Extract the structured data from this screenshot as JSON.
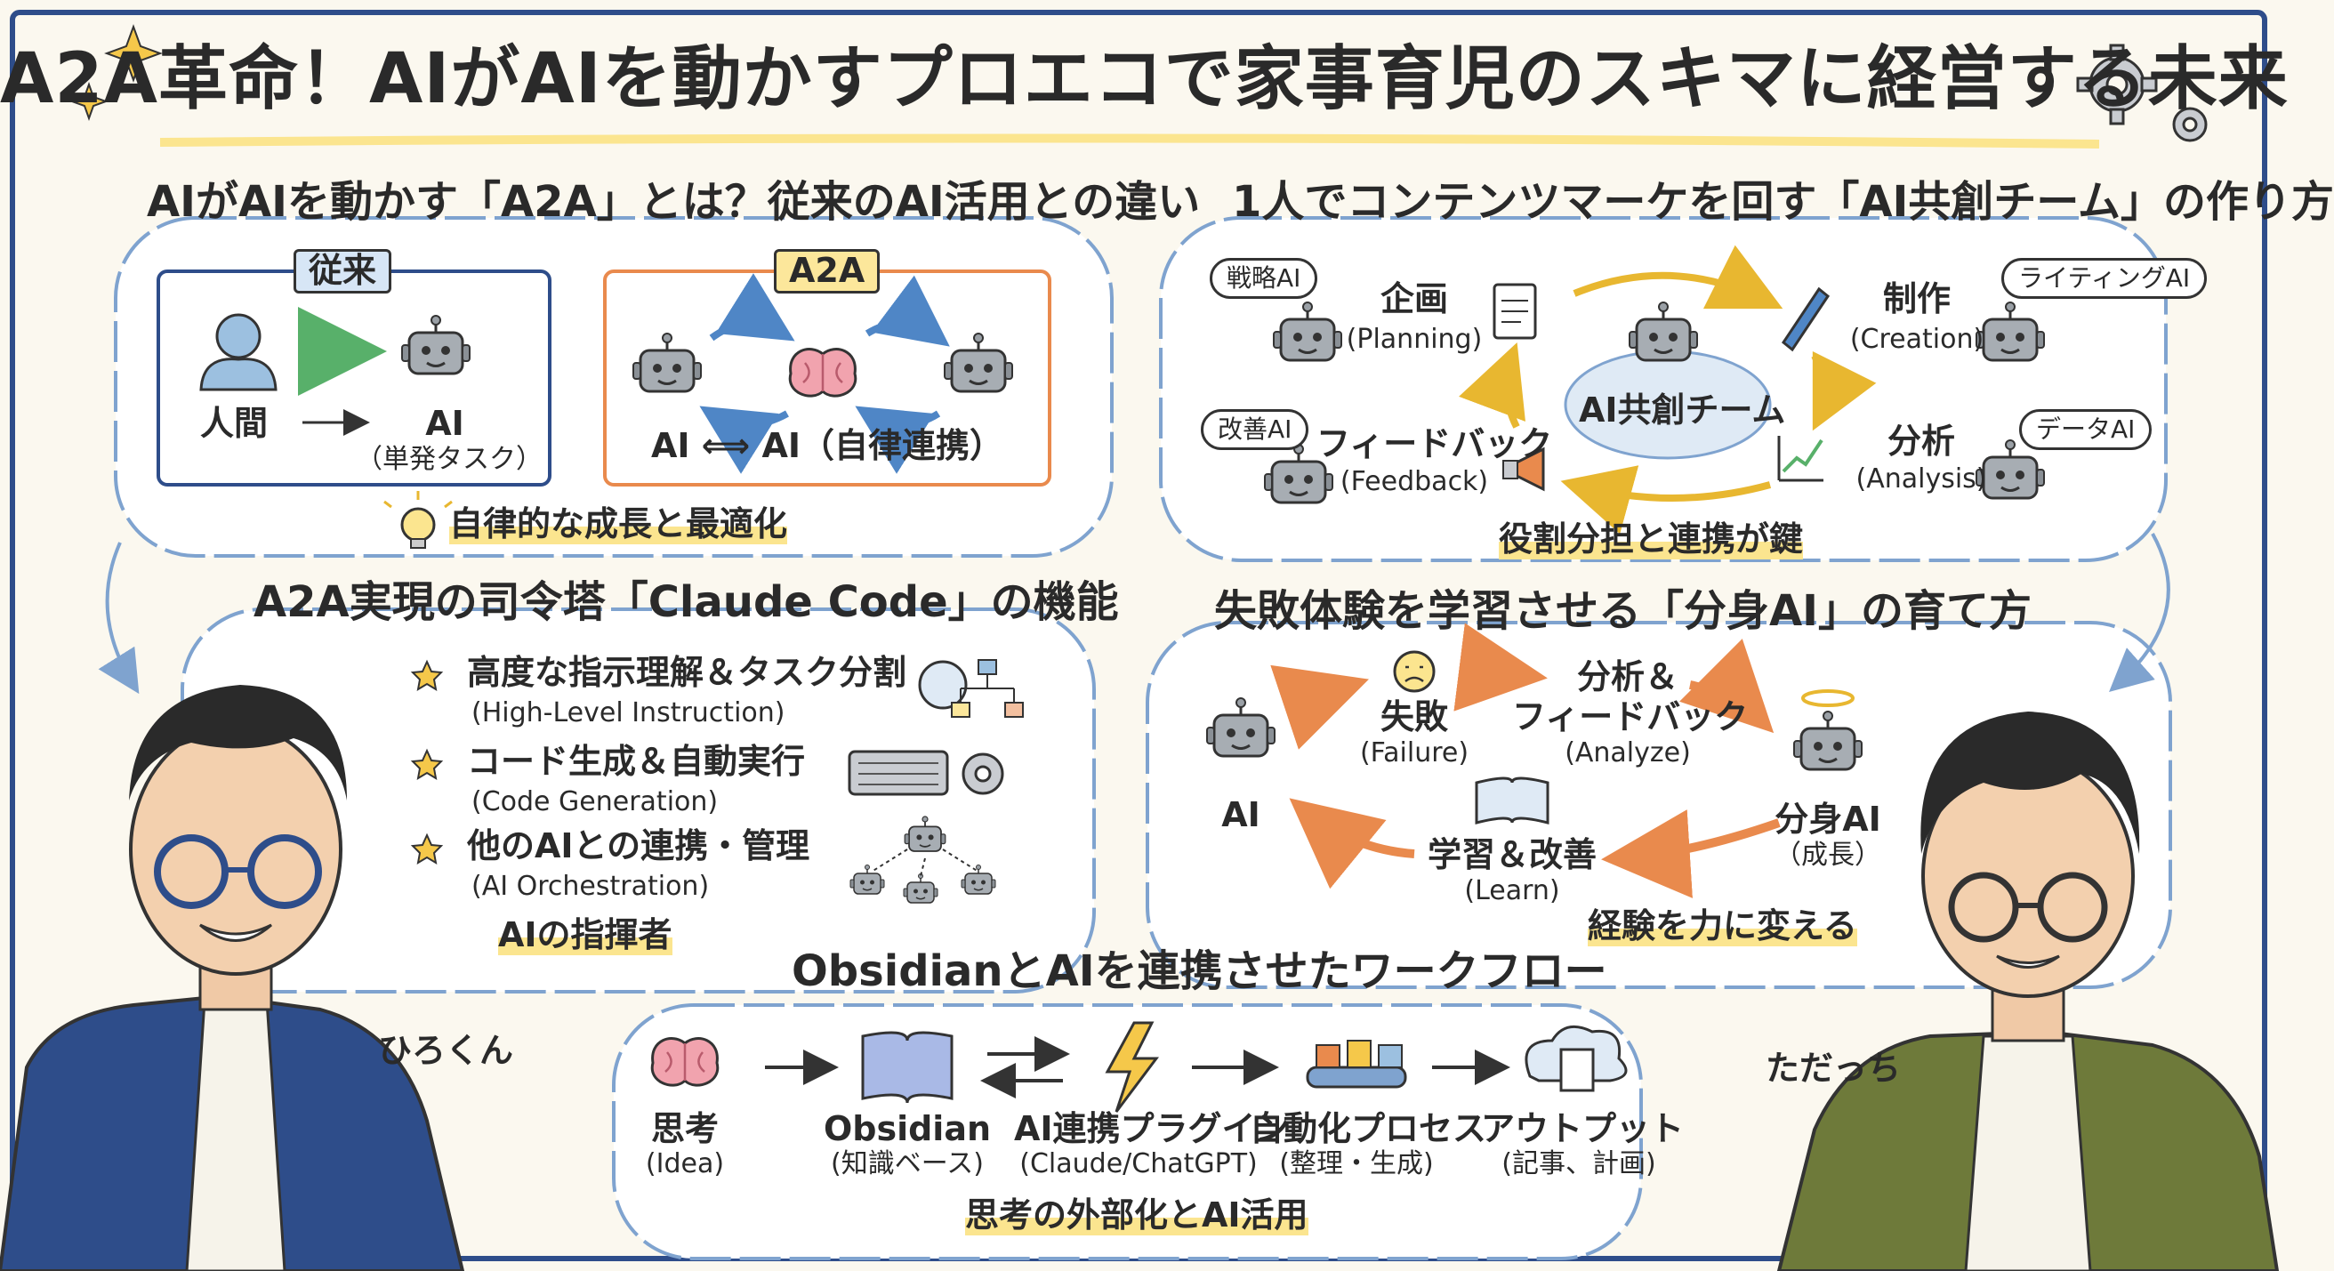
{
  "title": "A2A革命！AIがAIを動かすプロエコで家事育児のスキマに経営する未来",
  "sec1": {
    "heading": "AIがAIを動かす「A2A」とは？従来のAI活用との違い",
    "old_tag": "従来",
    "old_left": "人間",
    "old_right": "AI",
    "old_right_sub": "（単発タスク）",
    "new_tag": "A2A",
    "new_caption": "AI ⟺ AI（自律連携）",
    "footer": "自律的な成長と最適化"
  },
  "sec2": {
    "heading": "1人でコンテンツマーケを回す「AI共創チーム」の作り方",
    "center": "AI共創チーム",
    "bubble_strategy": "戦略AI",
    "bubble_writing": "ライティングAI",
    "bubble_improve": "改善AI",
    "bubble_data": "データAI",
    "plan": "企画",
    "plan_en": "(Planning)",
    "create": "制作",
    "create_en": "(Creation)",
    "analysis": "分析",
    "analysis_en": "(Analysis)",
    "feedback": "フィードバック",
    "feedback_en": "(Feedback)",
    "footer": "役割分担と連携が鍵"
  },
  "sec3": {
    "heading": "A2A実現の司令塔「Claude Code」の機能",
    "f1": "高度な指示理解＆タスク分割",
    "f1_en": "(High-Level Instruction)",
    "f2": "コード生成＆自動実行",
    "f2_en": "(Code Generation)",
    "f3": "他のAIとの連携・管理",
    "f3_en": "(AI Orchestration)",
    "footer": "AIの指揮者"
  },
  "sec4": {
    "heading": "失敗体験を学習させる「分身AI」の育て方",
    "ai": "AI",
    "fail": "失敗",
    "fail_en": "(Failure)",
    "analyze": "分析＆",
    "analyze2": "フィードバック",
    "analyze_en": "(Analyze)",
    "clone": "分身AI",
    "clone_sub": "（成長）",
    "learn": "学習＆改善",
    "learn_en": "(Learn)",
    "footer": "経験を力に変える"
  },
  "sec5": {
    "heading": "ObsidianとAIを連携させたワークフロー",
    "s1": "思考",
    "s1_sub": "(Idea)",
    "s2": "Obsidian",
    "s2_sub": "(知識ベース)",
    "s3": "AI連携プラグイン",
    "s3_sub": "(Claude/ChatGPT)",
    "s4": "自動化プロセス",
    "s4_sub": "(整理・生成)",
    "s5": "アウトプット",
    "s5_sub": "(記事、計画)",
    "footer": "思考の外部化とAI活用"
  },
  "people": {
    "left": "ひろくん",
    "right": "ただっち"
  },
  "colors": {
    "navy": "#2e4d8a",
    "orange": "#e98a4d",
    "yellow": "#fbe58f",
    "blue_line": "#7fa3cf",
    "robot": "#9aa0a6",
    "brain": "#e78a9a"
  }
}
